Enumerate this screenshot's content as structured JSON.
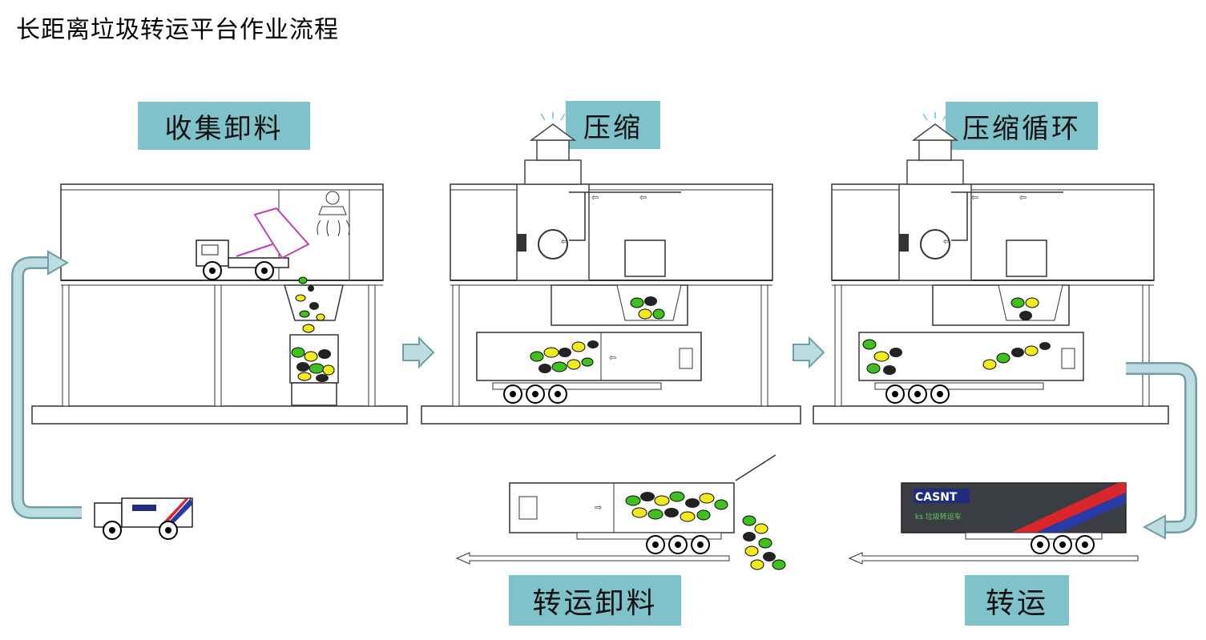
{
  "title": "长距离垃圾转运平台作业流程",
  "stages": {
    "collect": "收集卸料",
    "compress": "压缩",
    "cycle": "压缩循环",
    "transport": "转运",
    "unload": "转运卸料"
  },
  "trailer_logo": "CASNT",
  "trailer_text": "ks 垃圾转运车",
  "colors": {
    "label_bg": "#7fc2ca",
    "arrow_fill": "#bcdde2",
    "arrow_stroke": "#6f9ea6",
    "garbage_green": "#3ec01f",
    "garbage_yellow": "#f2ea1c",
    "trailer_dark": "#3a3d42"
  }
}
